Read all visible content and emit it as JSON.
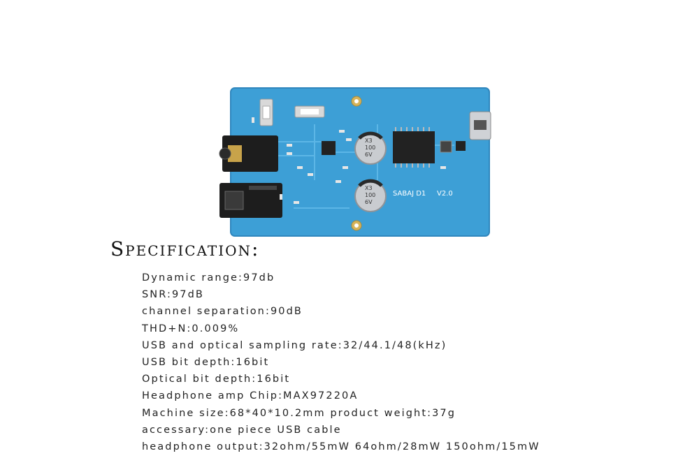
{
  "board": {
    "silkscreen_model": "SABAJ D1",
    "silkscreen_version": "V2.0",
    "cap_label_1": "100",
    "cap_label_2": "6V",
    "cap_label_3": "X3",
    "colors": {
      "pcb": "#3d9fd6",
      "pcb_edge": "#2f86bd",
      "jack": "#1d1d1d",
      "chip": "#222222",
      "cap": "#c9ccd0"
    }
  },
  "specification": {
    "title": "Specification:",
    "items": [
      "Dynamic range:97db",
      "SNR:97dB",
      "channel separation:90dB",
      "THD+N:0.009%",
      "USB and optical sampling rate:32/44.1/48(kHz)",
      "USB bit depth:16bit",
      "Optical bit depth:16bit",
      "Headphone amp Chip:MAX97220A",
      "Machine size:68*40*10.2mm product weight:37g",
      "accessary:one piece USB cable",
      "headphone output:32ohm/55mW 64ohm/28mW 150ohm/15mW"
    ]
  }
}
